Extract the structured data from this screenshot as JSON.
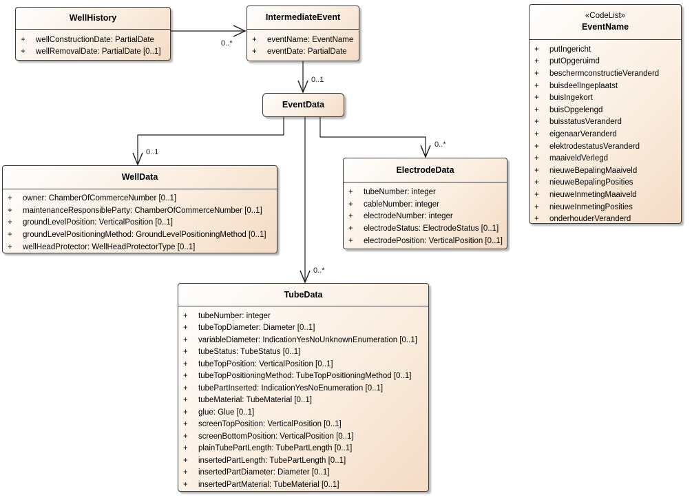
{
  "diagram_type": "uml-class-diagram",
  "colors": {
    "box_fill_light": "#fffefd",
    "box_fill_peach": "#f4dcc5",
    "box_border": "#3a3a3a",
    "connector": "#1a1a1a",
    "background": "#ffffff"
  },
  "classes": {
    "wellHistory": {
      "name": "WellHistory",
      "attributes": [
        {
          "vis": "+",
          "text": "wellConstructionDate: PartialDate"
        },
        {
          "vis": "+",
          "text": "wellRemovalDate: PartialDate [0..1]"
        }
      ]
    },
    "intermediateEvent": {
      "name": "IntermediateEvent",
      "attributes": [
        {
          "vis": "+",
          "text": "eventName: EventName"
        },
        {
          "vis": "+",
          "text": "eventDate: PartialDate"
        }
      ]
    },
    "eventName": {
      "stereotype": "«CodeList»",
      "name": "EventName",
      "attributes": [
        {
          "vis": "+",
          "text": "putIngericht"
        },
        {
          "vis": "+",
          "text": "putOpgeruimd"
        },
        {
          "vis": "+",
          "text": "beschermconstructieVeranderd"
        },
        {
          "vis": "+",
          "text": "buisdeelIngeplaatst"
        },
        {
          "vis": "+",
          "text": "buisIngekort"
        },
        {
          "vis": "+",
          "text": "buisOpgelengd"
        },
        {
          "vis": "+",
          "text": "buisstatusVeranderd"
        },
        {
          "vis": "+",
          "text": "eigenaarVeranderd"
        },
        {
          "vis": "+",
          "text": "elektrodestatusVeranderd"
        },
        {
          "vis": "+",
          "text": "maaiveldVerlegd"
        },
        {
          "vis": "+",
          "text": "nieuweBepalingMaaiveld"
        },
        {
          "vis": "+",
          "text": "nieuweBepalingPosities"
        },
        {
          "vis": "+",
          "text": "nieuweInmetingMaaiveld"
        },
        {
          "vis": "+",
          "text": "nieuweInmetingPosities"
        },
        {
          "vis": "+",
          "text": "onderhouderVeranderd"
        }
      ]
    },
    "eventData": {
      "name": "EventData"
    },
    "wellData": {
      "name": "WellData",
      "attributes": [
        {
          "vis": "+",
          "text": "owner: ChamberOfCommerceNumber [0..1]"
        },
        {
          "vis": "+",
          "text": "maintenanceResponsibleParty: ChamberOfCommerceNumber [0..1]"
        },
        {
          "vis": "+",
          "text": "groundLevelPosition: VerticalPosition [0..1]"
        },
        {
          "vis": "+",
          "text": "groundLevelPositioningMethod: GroundLevelPositioningMethod [0..1]"
        },
        {
          "vis": "+",
          "text": "wellHeadProtector: WellHeadProtectorType [0..1]"
        }
      ]
    },
    "electrodeData": {
      "name": "ElectrodeData",
      "attributes": [
        {
          "vis": "+",
          "text": "tubeNumber: integer"
        },
        {
          "vis": "+",
          "text": "cableNumber: integer"
        },
        {
          "vis": "+",
          "text": "electrodeNumber: integer"
        },
        {
          "vis": "+",
          "text": "electrodeStatus: ElectrodeStatus [0..1]"
        },
        {
          "vis": "+",
          "text": "electrodePosition: VerticalPosition [0..1]"
        }
      ]
    },
    "tubeData": {
      "name": "TubeData",
      "attributes": [
        {
          "vis": "+",
          "text": "tubeNumber: integer"
        },
        {
          "vis": "+",
          "text": "tubeTopDiameter: Diameter [0..1]"
        },
        {
          "vis": "+",
          "text": "variableDiameter: IndicationYesNoUnknownEnumeration [0..1]"
        },
        {
          "vis": "+",
          "text": "tubeStatus: TubeStatus [0..1]"
        },
        {
          "vis": "+",
          "text": "tubeTopPosition: VerticalPosition [0..1]"
        },
        {
          "vis": "+",
          "text": "tubeTopPositioningMethod: TubeTopPositioningMethod [0..1]"
        },
        {
          "vis": "+",
          "text": "tubePartInserted: IndicationYesNoEnumeration [0..1]"
        },
        {
          "vis": "+",
          "text": "tubeMaterial: TubeMaterial [0..1]"
        },
        {
          "vis": "+",
          "text": "glue: Glue [0..1]"
        },
        {
          "vis": "+",
          "text": "screenTopPosition: VerticalPosition [0..1]"
        },
        {
          "vis": "+",
          "text": "screenBottomPosition: VerticalPosition [0..1]"
        },
        {
          "vis": "+",
          "text": "plainTubePartLength: TubePartLength [0..1]"
        },
        {
          "vis": "+",
          "text": "insertedPartLength: TubePartLength [0..1]"
        },
        {
          "vis": "+",
          "text": "insertedPartDiameter: Diameter [0..1]"
        },
        {
          "vis": "+",
          "text": "insertedPartMaterial: TubeMaterial [0..1]"
        }
      ]
    }
  },
  "connectors": [
    {
      "from": "WellHistory",
      "to": "IntermediateEvent",
      "label": "0..*"
    },
    {
      "from": "IntermediateEvent",
      "to": "EventData",
      "label": "0..1"
    },
    {
      "from": "EventData",
      "to": "WellData",
      "label": "0..1"
    },
    {
      "from": "EventData",
      "to": "TubeData",
      "label": "0..*"
    },
    {
      "from": "EventData",
      "to": "ElectrodeData",
      "label": "0..*"
    }
  ]
}
